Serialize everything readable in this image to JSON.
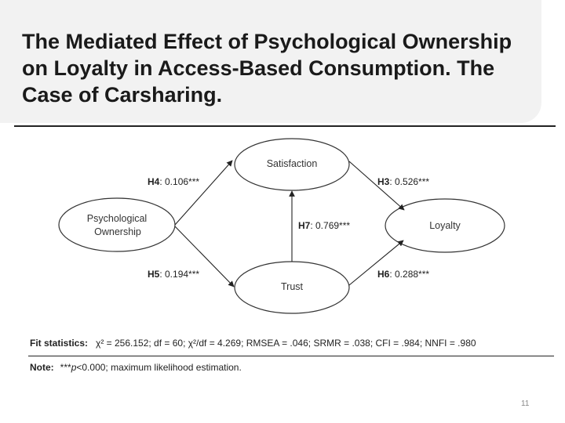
{
  "slide": {
    "title": "The Mediated Effect of Psychological Ownership on Loyalty in Access-Based Consumption. The Case of Carsharing.",
    "page_number": "11"
  },
  "diagram": {
    "nodes": {
      "psych_line1": "Psychological",
      "psych_line2": "Ownership",
      "satisfaction": "Satisfaction",
      "trust": "Trust",
      "loyalty": "Loyalty"
    },
    "paths": {
      "h4": {
        "id": "H4",
        "value": ": 0.106***"
      },
      "h5": {
        "id": "H5",
        "value": ": 0.194***"
      },
      "h3": {
        "id": "H3",
        "value": ": 0.526***"
      },
      "h6": {
        "id": "H6",
        "value": ": 0.288***"
      },
      "h7": {
        "id": "H7",
        "value": ": 0.769***"
      }
    }
  },
  "fit": {
    "label": "Fit statistics:",
    "text": "χ² = 256.152; df = 60; χ²/df = 4.269; RMSEA = .046; SRMR = .038; CFI = .984; NNFI = .980"
  },
  "note": {
    "label": "Note:",
    "prefix": "***",
    "p": "p",
    "text": "<0.000;  maximum likelihood estimation."
  }
}
